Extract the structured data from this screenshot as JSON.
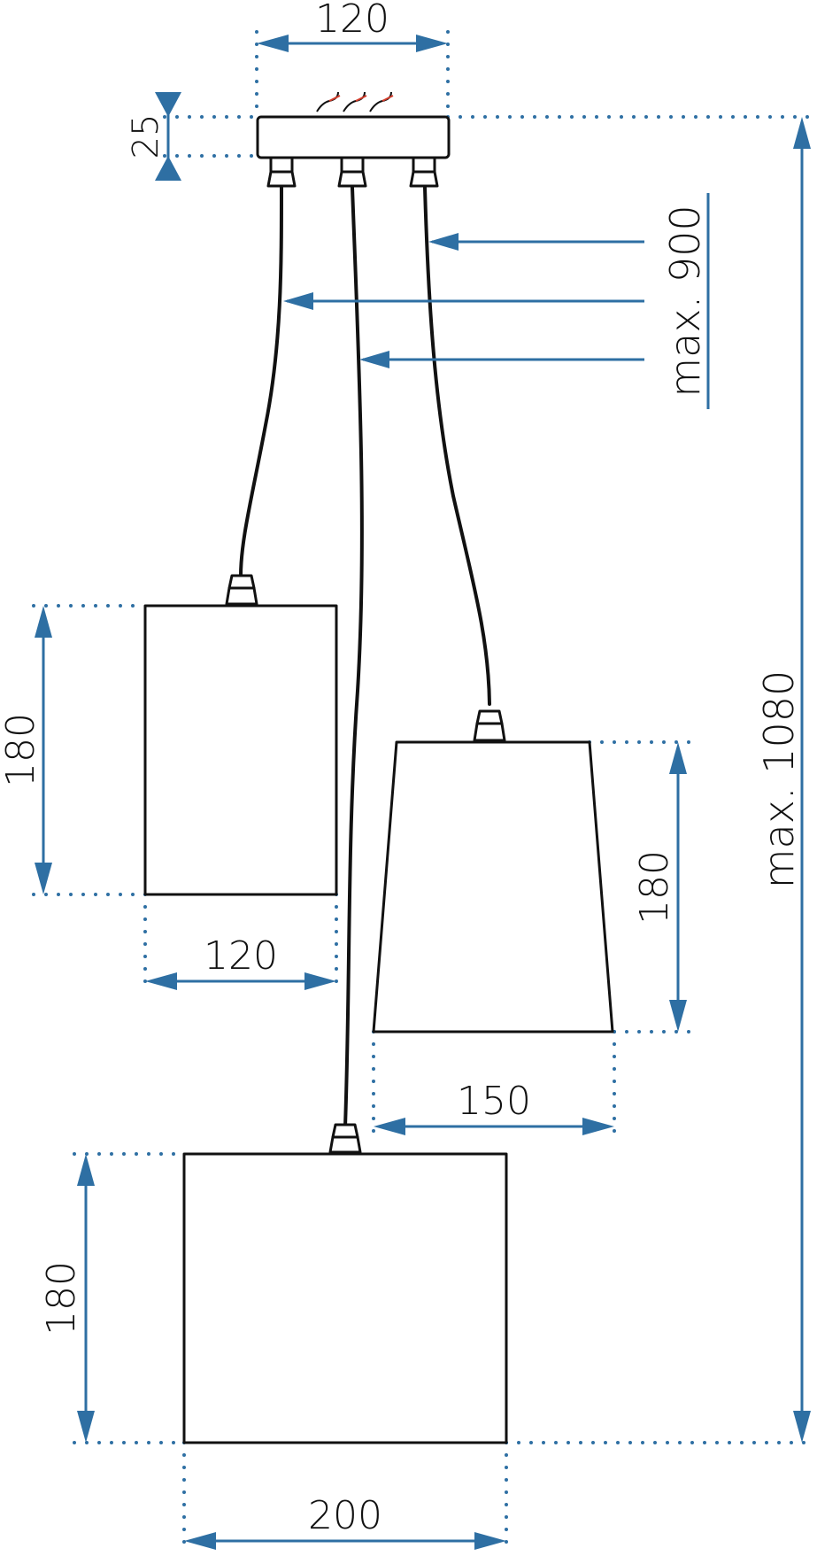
{
  "colors": {
    "dimension": "#2e6fa3",
    "outline": "#111111",
    "wire_red": "#d23b2a"
  },
  "dimensions": {
    "canopy_width": "120",
    "canopy_height": "25",
    "cable_length": "max. 900",
    "total_height": "max. 1080",
    "left_shade_height": "180",
    "left_shade_width": "120",
    "right_shade_height": "180",
    "right_shade_width": "150",
    "bottom_shade_height": "180",
    "bottom_shade_width": "200"
  }
}
